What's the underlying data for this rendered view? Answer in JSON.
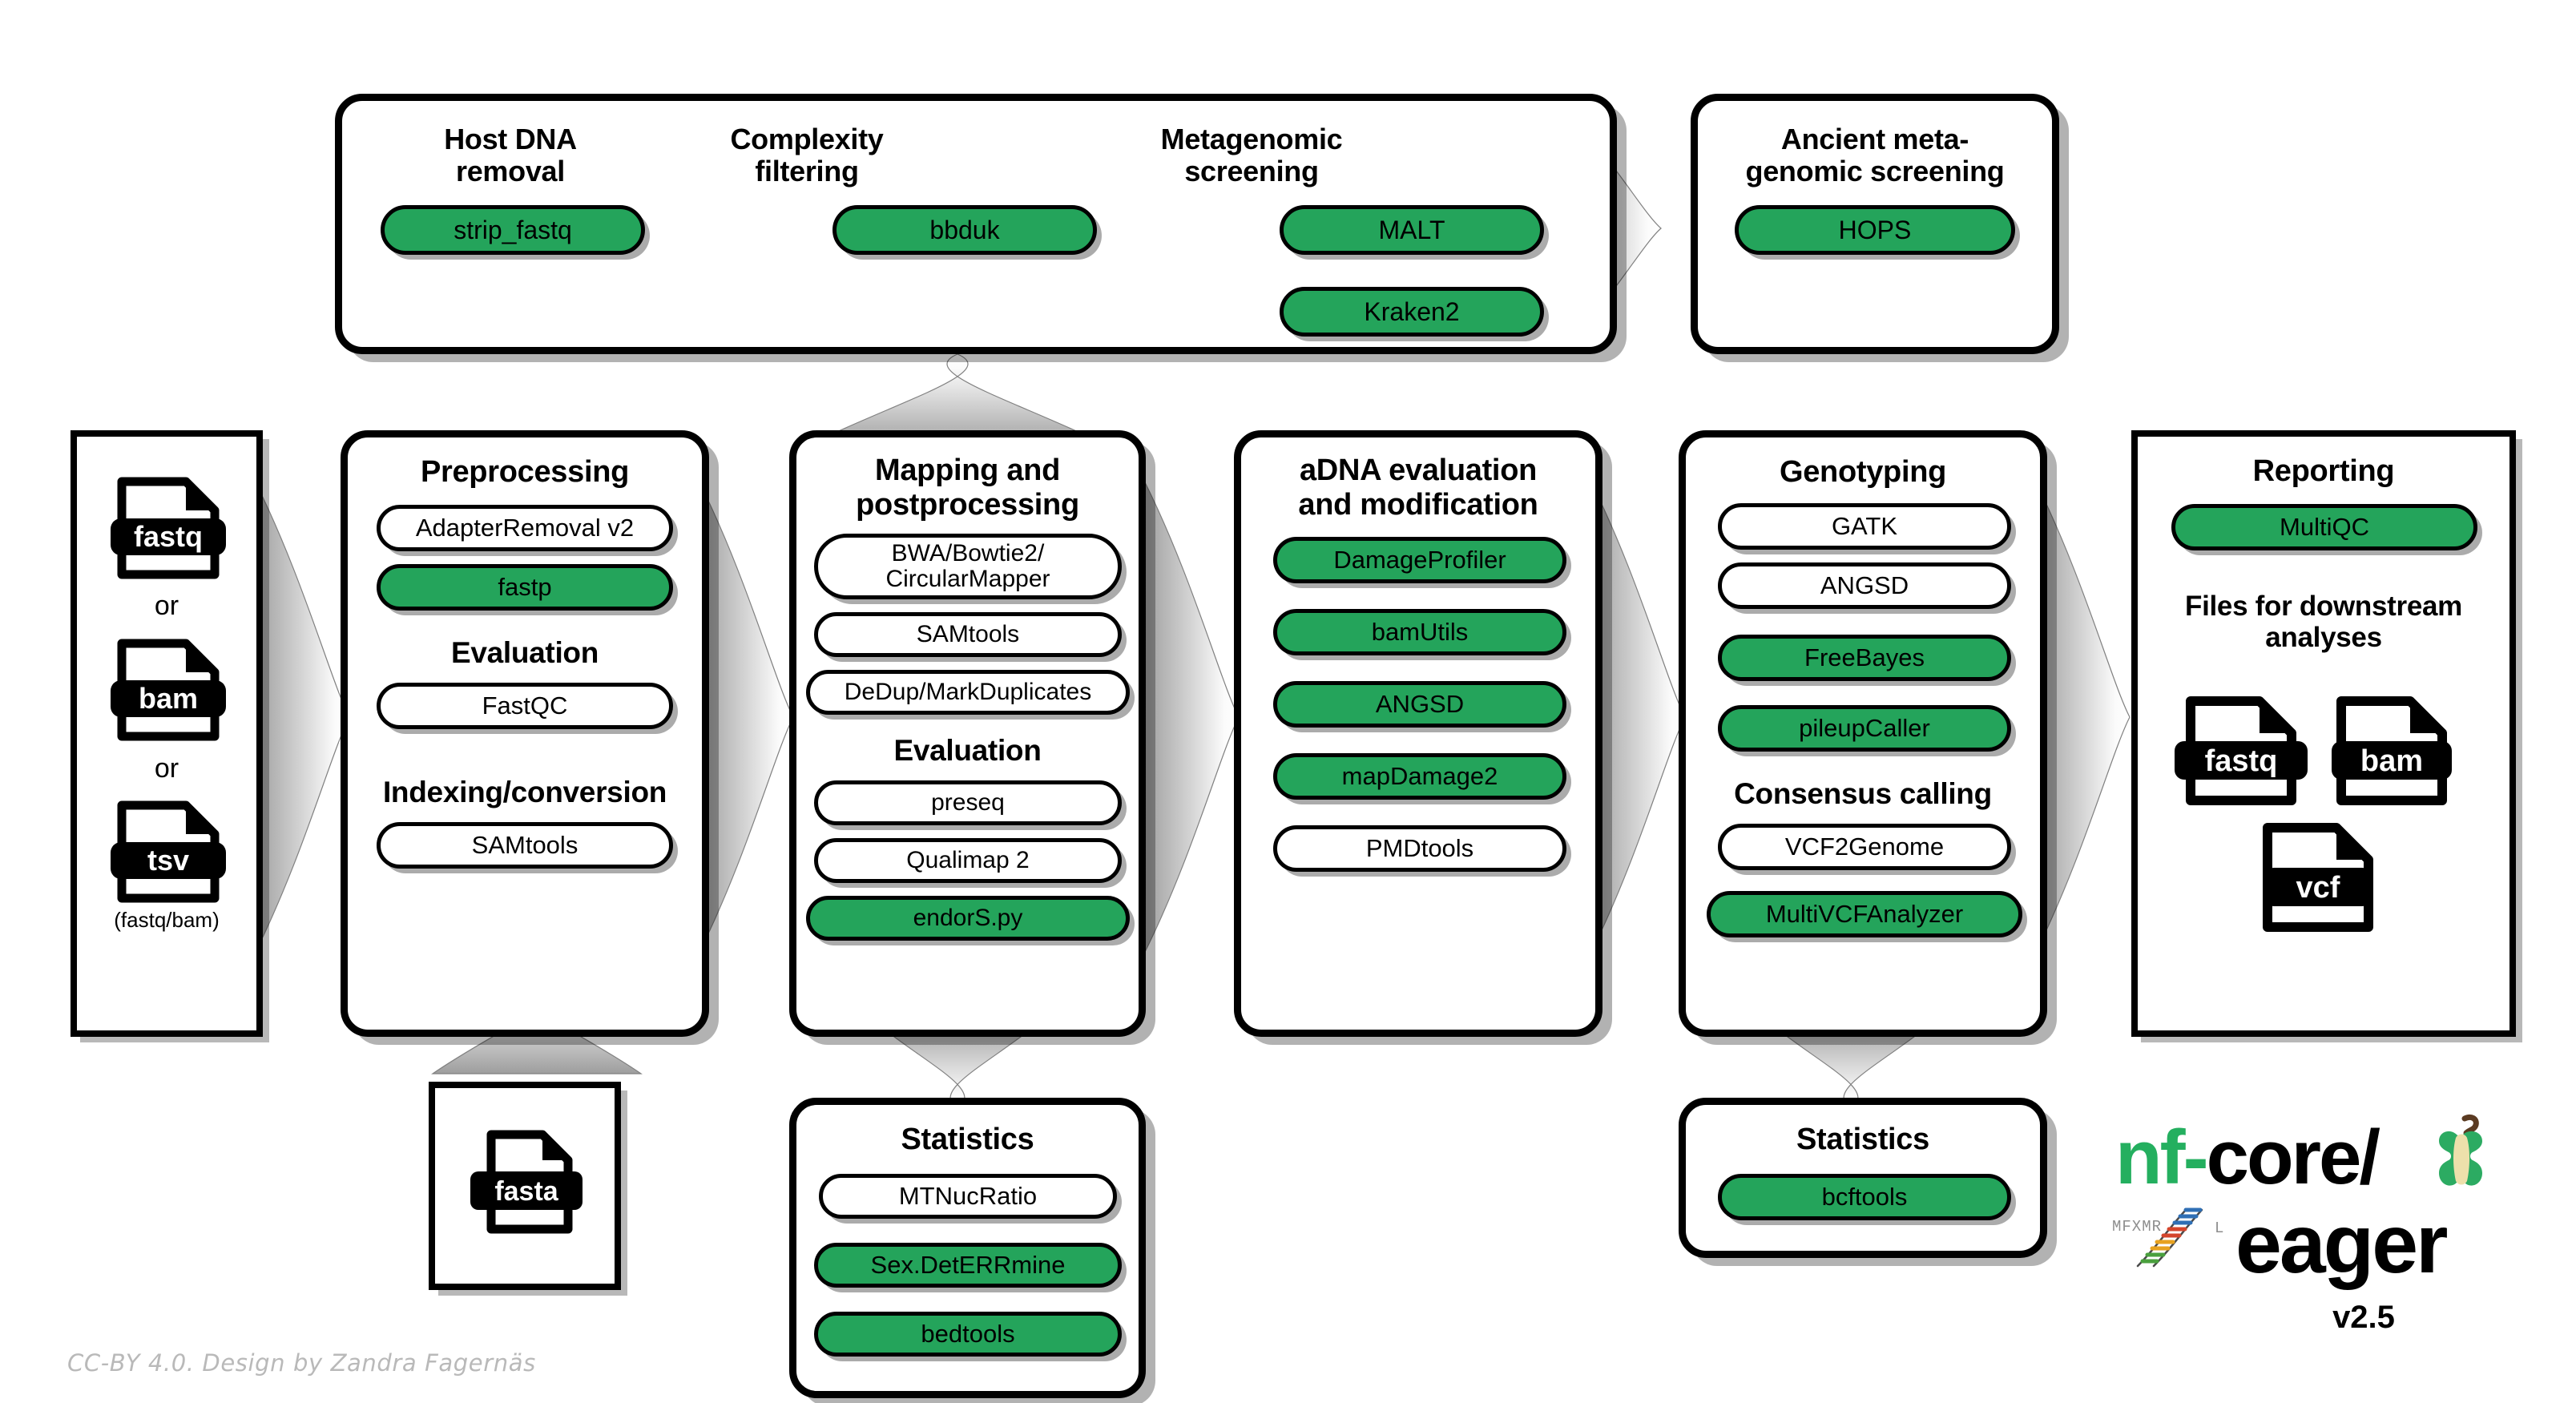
{
  "colors": {
    "green": "#24a45b",
    "black": "#000000",
    "white": "#ffffff",
    "logo_green": "#24af5f",
    "credit_gray": "#b9b9b9"
  },
  "credit": "CC-BY 4.0. Design by Zandra Fagernäs",
  "logo": {
    "nf": "nf-",
    "core": "core/",
    "eager": "eager",
    "version": "v2.5",
    "apple_icon": "apple-core-icon",
    "dna_icon": "dna-helix-icon"
  },
  "input": {
    "name": "input-files-box",
    "files": [
      {
        "label": "fastq",
        "icon": "fastq-file-icon"
      },
      {
        "label": "bam",
        "icon": "bam-file-icon"
      },
      {
        "label": "tsv",
        "icon": "tsv-file-icon"
      }
    ],
    "separators": [
      "or",
      "or"
    ],
    "caption": "(fastq/bam)"
  },
  "reference": {
    "name": "reference-file-box",
    "file": {
      "label": "fasta",
      "icon": "fasta-file-icon"
    }
  },
  "screening_group": {
    "title": "metagenomic-screening-group",
    "columns": [
      {
        "title": "Host DNA\nremoval",
        "title_lines": [
          "Host DNA",
          "removal"
        ],
        "tools": [
          {
            "label": "strip_fastq",
            "highlighted": true
          }
        ]
      },
      {
        "title_lines": [
          "Complexity",
          "filtering"
        ],
        "tools": [
          {
            "label": "bbduk",
            "highlighted": true
          }
        ]
      },
      {
        "title_lines": [
          "Metagenomic",
          "screening"
        ],
        "tools": [
          {
            "label": "MALT",
            "highlighted": true
          },
          {
            "label": "Kraken2",
            "highlighted": true
          }
        ]
      }
    ]
  },
  "ancient_screening": {
    "title_lines": [
      "Ancient meta-",
      "genomic screening"
    ],
    "tools": [
      {
        "label": "HOPS",
        "highlighted": true
      }
    ]
  },
  "main_columns": [
    {
      "key": "preprocessing",
      "title_lines": [
        "Preprocessing"
      ],
      "items": [
        {
          "type": "tool",
          "label": "AdapterRemoval v2",
          "highlighted": false
        },
        {
          "type": "tool",
          "label": "fastp",
          "highlighted": true
        },
        {
          "type": "subhead",
          "label": "Evaluation"
        },
        {
          "type": "tool",
          "label": "FastQC",
          "highlighted": false
        },
        {
          "type": "subhead",
          "label": "Indexing/conversion"
        },
        {
          "type": "tool",
          "label": "SAMtools",
          "highlighted": false
        }
      ]
    },
    {
      "key": "mapping",
      "title_lines": [
        "Mapping and",
        "postprocessing"
      ],
      "items": [
        {
          "type": "tool",
          "label": "BWA/Bowtie2/\nCircularMapper",
          "label_lines": [
            "BWA/Bowtie2/",
            "CircularMapper"
          ],
          "highlighted": false
        },
        {
          "type": "tool",
          "label": "SAMtools",
          "highlighted": false
        },
        {
          "type": "tool",
          "label": "DeDup/MarkDuplicates",
          "highlighted": false
        },
        {
          "type": "subhead",
          "label": "Evaluation"
        },
        {
          "type": "tool",
          "label": "preseq",
          "highlighted": false
        },
        {
          "type": "tool",
          "label": "Qualimap 2",
          "highlighted": false
        },
        {
          "type": "tool",
          "label": "endorS.py",
          "highlighted": true
        }
      ]
    },
    {
      "key": "adna",
      "title_lines": [
        "aDNA evaluation",
        "and modification"
      ],
      "items": [
        {
          "type": "tool",
          "label": "DamageProfiler",
          "highlighted": true
        },
        {
          "type": "tool",
          "label": "bamUtils",
          "highlighted": true
        },
        {
          "type": "tool",
          "label": "ANGSD",
          "highlighted": true
        },
        {
          "type": "tool",
          "label": "mapDamage2",
          "highlighted": true
        },
        {
          "type": "tool",
          "label": "PMDtools",
          "highlighted": false
        }
      ]
    },
    {
      "key": "genotyping",
      "title_lines": [
        "Genotyping"
      ],
      "items": [
        {
          "type": "tool",
          "label": "GATK",
          "highlighted": false
        },
        {
          "type": "tool",
          "label": "ANGSD",
          "highlighted": false
        },
        {
          "type": "tool",
          "label": "FreeBayes",
          "highlighted": true
        },
        {
          "type": "tool",
          "label": "pileupCaller",
          "highlighted": true
        },
        {
          "type": "subhead",
          "label": "Consensus calling"
        },
        {
          "type": "tool",
          "label": "VCF2Genome",
          "highlighted": false
        },
        {
          "type": "tool",
          "label": "MultiVCFAnalyzer",
          "highlighted": true
        }
      ]
    },
    {
      "key": "reporting",
      "title_lines": [
        "Reporting"
      ],
      "items": [
        {
          "type": "tool",
          "label": "MultiQC",
          "highlighted": true
        },
        {
          "type": "subhead2",
          "label_lines": [
            "Files for downstream",
            "analyses"
          ]
        }
      ],
      "output_files": [
        {
          "label": "fastq",
          "icon": "fastq-file-icon"
        },
        {
          "label": "bam",
          "icon": "bam-file-icon"
        },
        {
          "label": "vcf",
          "icon": "vcf-file-icon"
        }
      ]
    }
  ],
  "stats_left": {
    "title": "Statistics",
    "tools": [
      {
        "label": "MTNucRatio",
        "highlighted": false
      },
      {
        "label": "Sex.DetERRmine",
        "highlighted": true
      },
      {
        "label": "bedtools",
        "highlighted": true
      }
    ]
  },
  "stats_right": {
    "title": "Statistics",
    "tools": [
      {
        "label": "bcftools",
        "highlighted": true
      }
    ]
  }
}
